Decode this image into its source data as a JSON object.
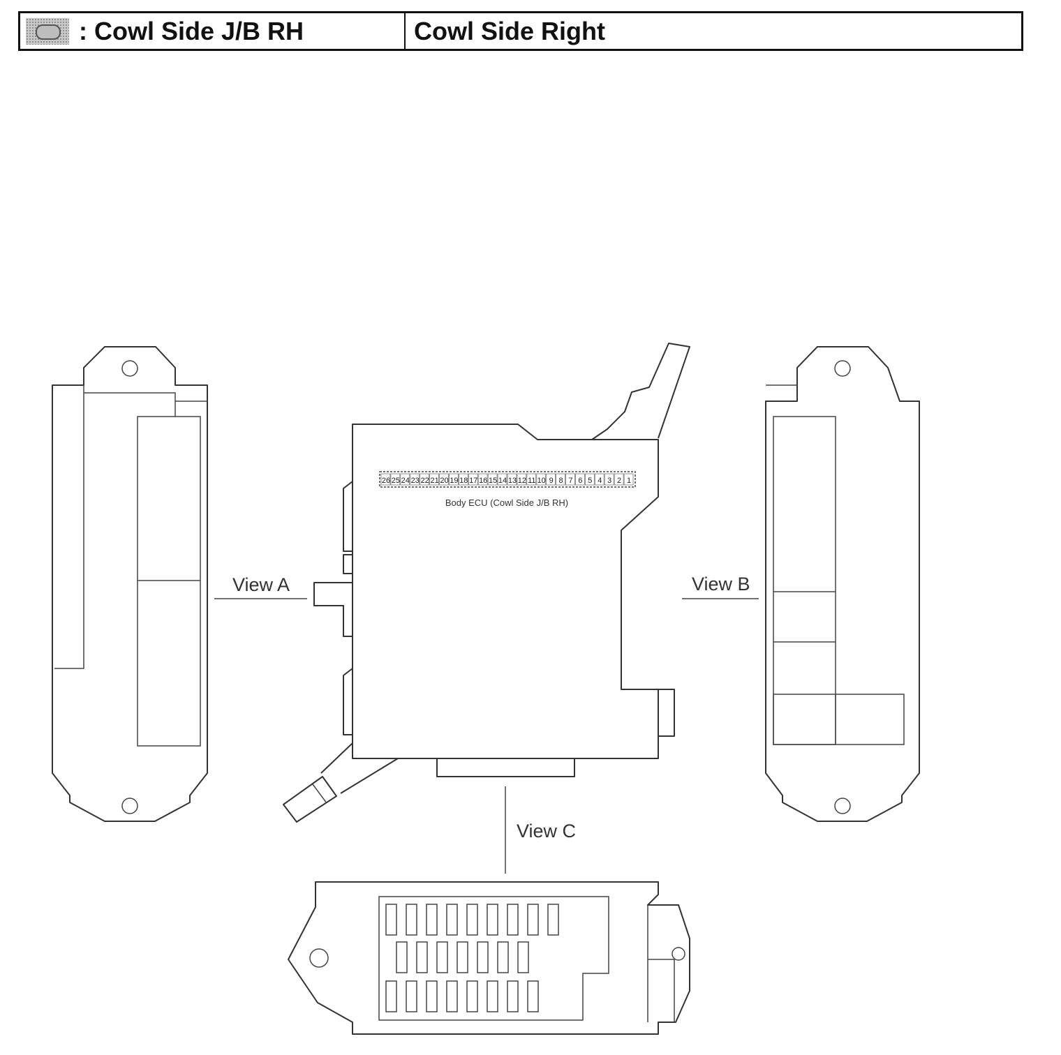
{
  "header": {
    "connector_icon": "connector-icon",
    "code_label": ": Cowl Side J/B RH",
    "location_label": "Cowl Side Right"
  },
  "diagram": {
    "view_a_label": "View A",
    "view_b_label": "View B",
    "view_c_label": "View C",
    "ecu_label": "Body ECU (Cowl Side J/B RH)",
    "pins": [
      "26",
      "25",
      "24",
      "23",
      "22",
      "21",
      "20",
      "19",
      "18",
      "17",
      "16",
      "15",
      "14",
      "13",
      "12",
      "11",
      "10",
      "9",
      "8",
      "7",
      "6",
      "5",
      "4",
      "3",
      "2",
      "1"
    ]
  }
}
